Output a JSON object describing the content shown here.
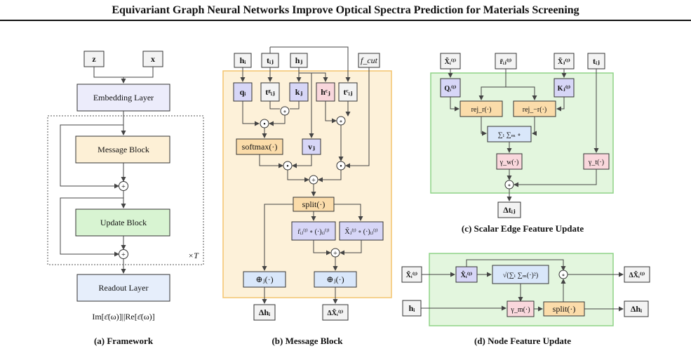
{
  "title": "Equivariant Graph Neural Networks Improve Optical Spectra Prediction for Materials Screening",
  "panel_a": {
    "caption": "(a) Framework",
    "in_z": "z",
    "in_x": "x",
    "embedding": "Embedding Layer",
    "message": "Message Block",
    "update": "Update Block",
    "readout": "Readout Layer",
    "repeat": "×T",
    "output": "Im[ε̄(ω)]||Re[ε̄(ω)]",
    "plus": "+"
  },
  "panel_b": {
    "caption": "(b) Message Block",
    "h_i": "hᵢ",
    "t_ij": "tᵢⱼ",
    "h_j": "hⱼ",
    "f_cut": "f_cut",
    "q_i": "qᵢ",
    "tq_ij": "tᵍᵢⱼ",
    "k_j": "kⱼ",
    "h_c_j": "hᶜⱼ",
    "t_c_ij": "tᶜᵢⱼ",
    "softmax": "softmax(·)",
    "v_j": "vⱼ",
    "split": "split(·)",
    "r_ij_op": "r̃ᵢⱼ⁽ˡ⁾ ∘ (·)ᵢⱼ⁽ˡ⁾",
    "X_j_op": "X̃ⱼ⁽ˡ⁾ ∘ (·)ᵢⱼ⁽ˡ⁾",
    "agg1": "⊕ⱼ(·)",
    "agg2": "⊕ⱼ(·)",
    "out_h": "Δhᵢ",
    "out_X": "ΔX̃ᵢ⁽ˡ⁾",
    "dot": "•",
    "circ": "∘",
    "plus": "+"
  },
  "panel_c": {
    "caption": "(c) Scalar Edge Feature Update",
    "X_i": "X̃ᵢ⁽ˡ⁾",
    "r_ij": "r̃ᵢⱼ⁽ˡ⁾",
    "X_j": "X̃ⱼ⁽ˡ⁾",
    "t_ij": "tᵢⱼ",
    "Q_i": "Qᵢ⁽ˡ⁾",
    "K_j": "Kⱼ⁽ˡ⁾",
    "rej1": "rej_r(·)",
    "rej2": "rej_−r(·)",
    "sum": "∑ₗ ∑ₘ ∘",
    "gamma_w": "γ_w(·)",
    "gamma_t": "γ_t(·)",
    "out": "Δtᵢⱼ",
    "circ": "∘"
  },
  "panel_d": {
    "caption": "(d) Node Feature Update",
    "X_i": "X̃ᵢ⁽ˡ⁾",
    "X_hat": "X̂ᵢ⁽ˡ⁾",
    "norm": "√(∑ₗ ∑ₘ(·)²)",
    "h_i": "hᵢ",
    "gamma_m": "γ_m(·)",
    "split": "split(·)",
    "out_X": "ΔX̃ᵢ⁽ˡ⁾",
    "out_h": "Δhᵢ",
    "circ": "∘"
  }
}
